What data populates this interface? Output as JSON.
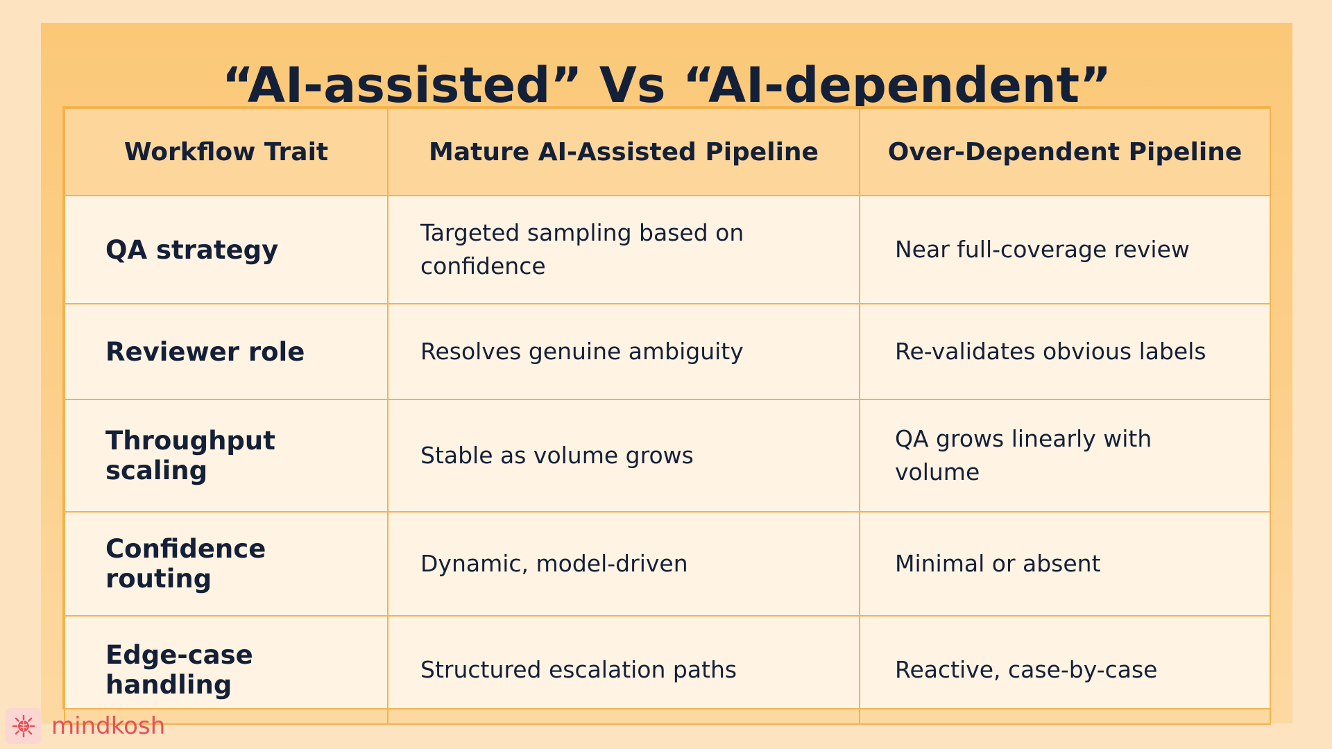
{
  "title": "“AI-assisted” Vs “AI-dependent”",
  "table": {
    "headers": [
      "Workflow Trait",
      "Mature AI-Assisted Pipeline",
      "Over-Dependent Pipeline"
    ],
    "rows": [
      {
        "trait": "QA strategy",
        "mature": "Targeted sampling based on confidence",
        "dependent": "Near full-coverage review"
      },
      {
        "trait": "Reviewer role",
        "mature": "Resolves genuine ambiguity",
        "dependent": "Re-validates obvious labels"
      },
      {
        "trait": "Throughput scaling",
        "mature": "Stable as volume grows",
        "dependent": "QA grows linearly with volume"
      },
      {
        "trait": "Confidence routing",
        "mature": "Dynamic, model-driven",
        "dependent": "Minimal or absent"
      },
      {
        "trait": "Edge-case handling",
        "mature": "Structured escalation paths",
        "dependent": "Reactive, case-by-case"
      }
    ]
  },
  "footer": {
    "brand": "mindkosh",
    "logo_icon": "brain-logo-icon"
  },
  "colors": {
    "background": "#fde3c0",
    "panel": "#fbc878",
    "table_border": "#f4b24f",
    "header_fill": "#fdd69c",
    "cell_fill": "#fff3e3",
    "text": "#142038",
    "brand": "#e5515a"
  }
}
